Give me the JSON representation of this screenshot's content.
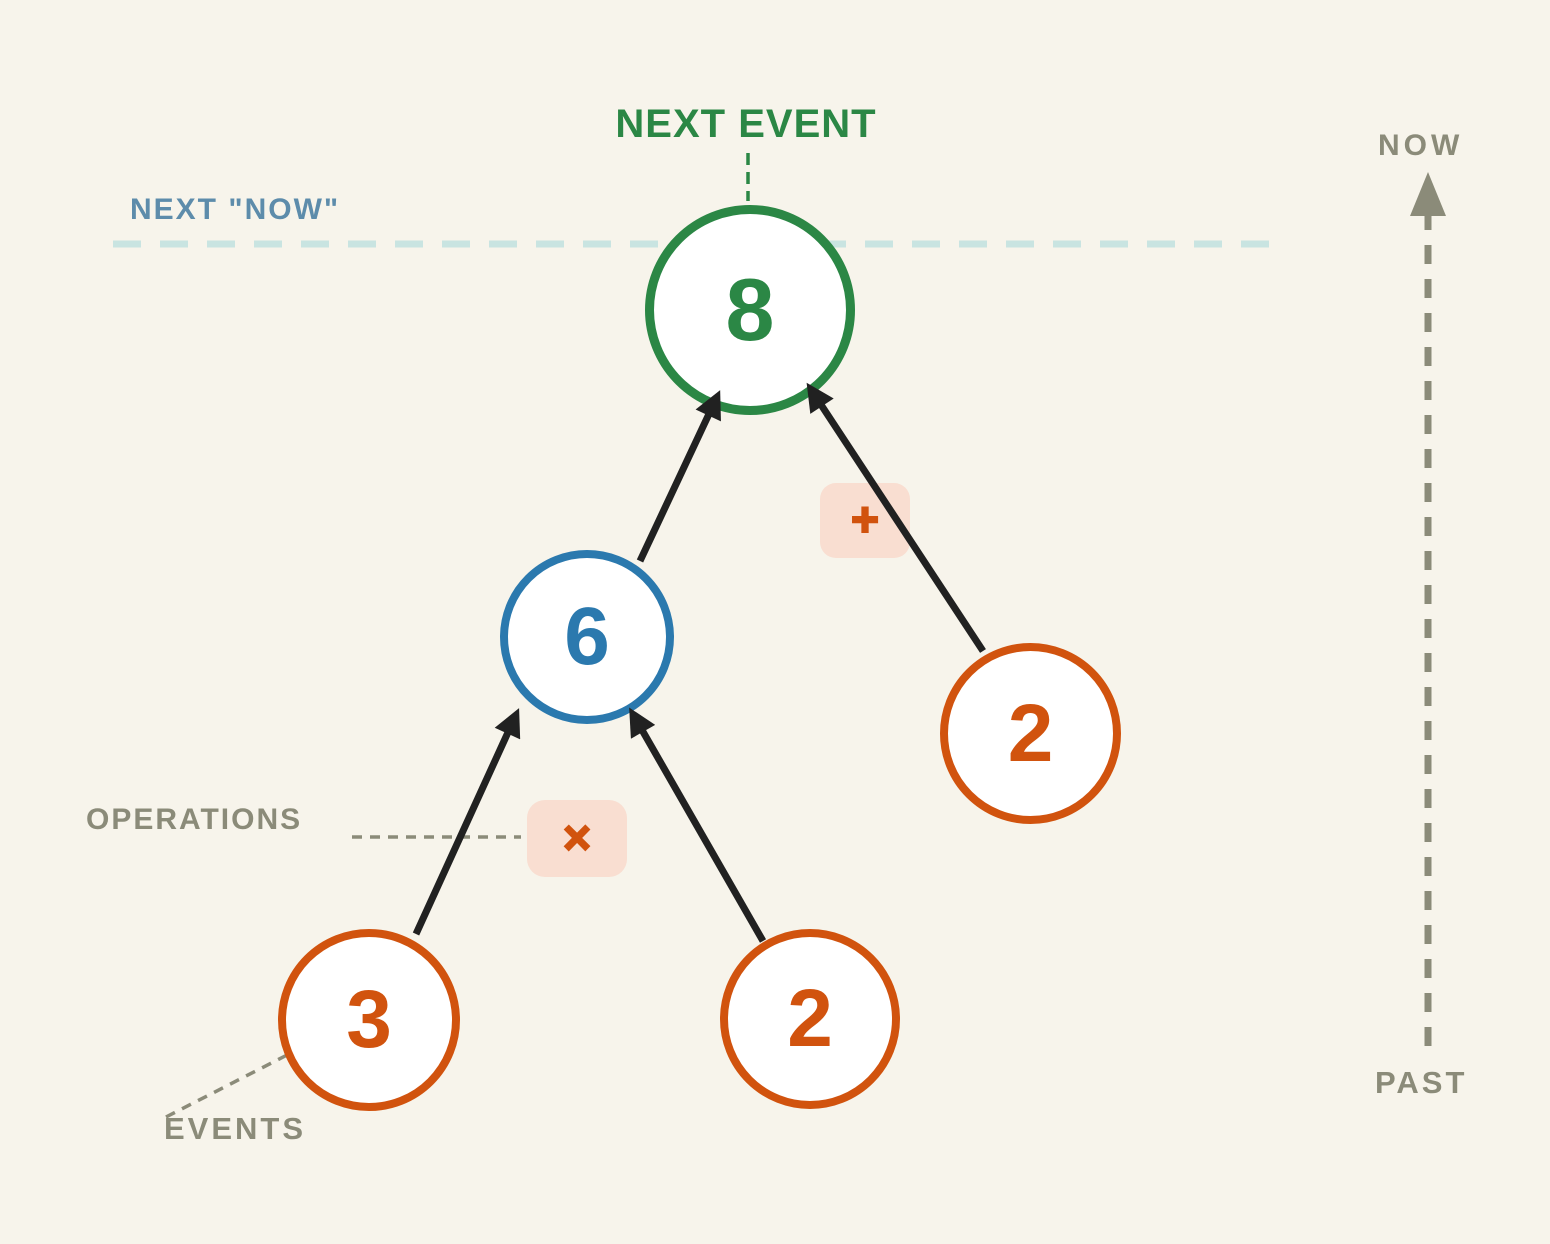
{
  "labels": {
    "next_event": "NEXT EVENT",
    "next_now": "NEXT \"NOW\"",
    "operations": "OPERATIONS",
    "events": "EVENTS",
    "now": "NOW",
    "past": "PAST"
  },
  "nodes": {
    "root": {
      "value": "8",
      "role": "next event result"
    },
    "intermediate": {
      "value": "6",
      "role": "intermediate result"
    },
    "operand_right": {
      "value": "2",
      "role": "event operand"
    },
    "leaf_left": {
      "value": "3",
      "role": "event operand"
    },
    "leaf_middle": {
      "value": "2",
      "role": "event operand"
    }
  },
  "operations": {
    "add": "+",
    "multiply": "×"
  },
  "colors": {
    "background": "#f7f4eb",
    "event_green": "#2b8745",
    "intermediate_blue": "#2b79ae",
    "operand_orange": "#d1530e",
    "next_now_label_blue": "#5d8cab",
    "next_now_dash_blue": "#c9e4e1",
    "timeline_gray": "#8b8b79",
    "arrow_black": "#212121",
    "operation_badge_bg": "#f9ded1"
  }
}
